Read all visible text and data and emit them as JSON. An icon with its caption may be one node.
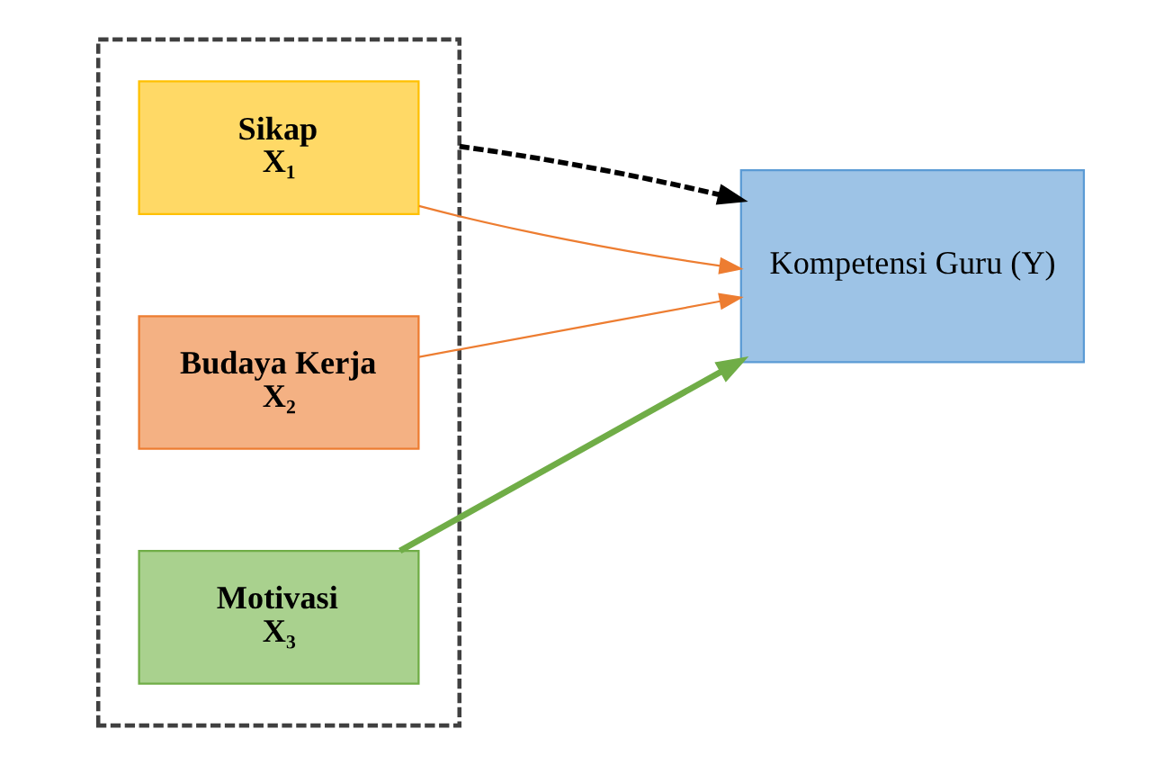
{
  "diagram": {
    "nodes": [
      {
        "text": [],
        "shape": "box"
      },
      {
        "text": [
          "Sikap",
          "X₁"
        ],
        "in": 0
      },
      {
        "text": [
          "Budaya Kerja",
          "X₂"
        ],
        "in": 0
      },
      {
        "text": [
          "Motivasi",
          "X₃"
        ],
        "in": 0
      },
      {
        "text": [
          "Kompetensi Guru (Y)"
        ]
      }
    ],
    "edges": [
      {
        "from": 1,
        "to": 4,
        "arrow": "to",
        "color": "#ed7d31"
      },
      {
        "from": 2,
        "to": 4,
        "arrow": "to",
        "color": "#ed7d31"
      },
      {
        "from": 0,
        "to": 4,
        "arrow": "to",
        "style": "dashed",
        "color": "#000000"
      },
      {
        "from": 3,
        "to": 4,
        "arrow": "to",
        "style": "thick",
        "color": "#70ad47"
      }
    ]
  }
}
